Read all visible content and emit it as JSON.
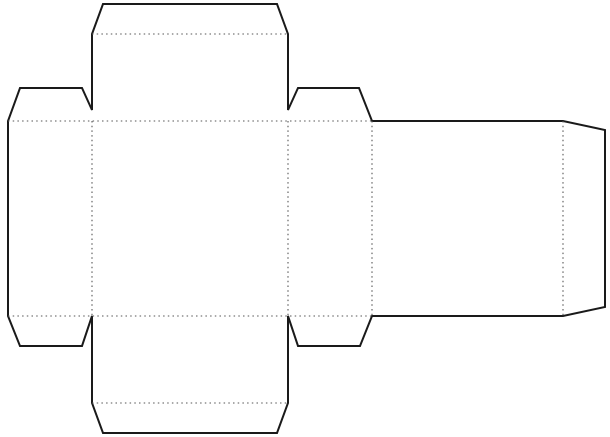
{
  "diagram": {
    "kind": "box-net-template",
    "colors": {
      "cut_line": "#1a1a1a",
      "fold_line": "#555555",
      "background": "#ffffff"
    },
    "line_styles": {
      "cut": "solid",
      "fold": "dotted"
    },
    "faces": [
      "top-flap",
      "front-face",
      "bottom-flap",
      "left-side-flap",
      "right-side-flap",
      "back-panel",
      "glue-tab"
    ]
  }
}
